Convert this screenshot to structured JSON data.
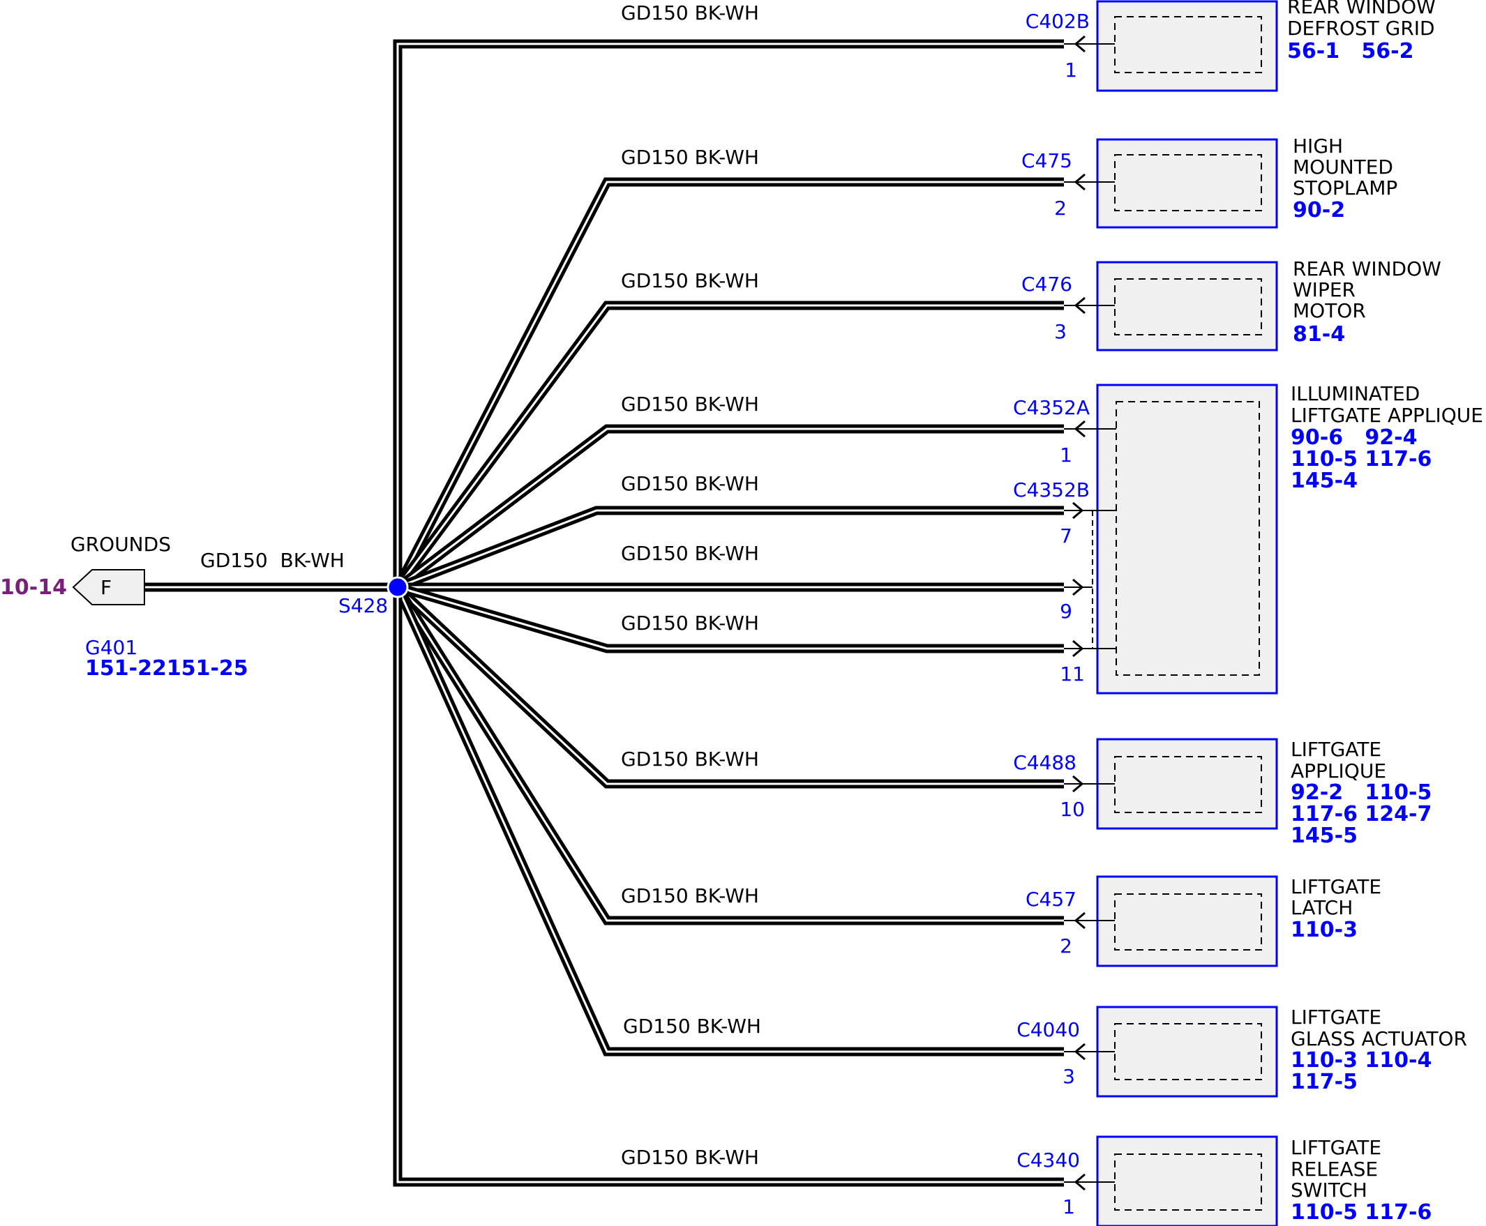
{
  "ground": {
    "title": "GROUNDS",
    "offpage_ref": "10-14",
    "connector": "F",
    "wire_label": "GD150  BK-WH",
    "ground_id": "G401",
    "ground_refs": "151-22151-25"
  },
  "splice": {
    "id": "S428"
  },
  "branches": [
    {
      "wire_label": "GD150  BK-WH",
      "connector": "C402B",
      "pin": "1"
    },
    {
      "wire_label": "GD150  BK-WH",
      "connector": "C475",
      "pin": "2"
    },
    {
      "wire_label": "GD150  BK-WH",
      "connector": "C476",
      "pin": "3"
    },
    {
      "wire_label": "GD150  BK-WH",
      "connector": "C4352A",
      "pin": "1"
    },
    {
      "wire_label": "GD150  BK-WH",
      "connector": "C4352B",
      "pin": "7"
    },
    {
      "wire_label": "GD150  BK-WH",
      "connector": "",
      "pin": "9"
    },
    {
      "wire_label": "GD150  BK-WH",
      "connector": "",
      "pin": "11"
    },
    {
      "wire_label": "GD150  BK-WH",
      "connector": "C4488",
      "pin": "10"
    },
    {
      "wire_label": "GD150  BK-WH",
      "connector": "C457",
      "pin": "2"
    },
    {
      "wire_label": "GD150  BK-WH",
      "connector": "C4040",
      "pin": "3"
    },
    {
      "wire_label": "GD150  BK-WH",
      "connector": "C4340",
      "pin": "1"
    }
  ],
  "components": [
    {
      "name_lines": [
        "REAR WINDOW",
        "DEFROST GRID"
      ],
      "ref_lines": [
        "56-1   56-2"
      ]
    },
    {
      "name_lines": [
        "HIGH",
        "MOUNTED",
        "STOPLAMP"
      ],
      "ref_lines": [
        "90-2"
      ]
    },
    {
      "name_lines": [
        "REAR WINDOW",
        "WIPER",
        "MOTOR"
      ],
      "ref_lines": [
        "81-4"
      ]
    },
    {
      "name_lines": [
        "ILLUMINATED",
        "LIFTGATE APPLIQUE"
      ],
      "ref_lines": [
        "90-6   92-4",
        "110-5 117-6",
        "145-4"
      ]
    },
    {
      "name_lines": [
        "LIFTGATE",
        "APPLIQUE"
      ],
      "ref_lines": [
        "92-2   110-5",
        "117-6 124-7",
        "145-5"
      ]
    },
    {
      "name_lines": [
        "LIFTGATE",
        "LATCH"
      ],
      "ref_lines": [
        "110-3"
      ]
    },
    {
      "name_lines": [
        "LIFTGATE",
        "GLASS ACTUATOR"
      ],
      "ref_lines": [
        "110-3 110-4",
        "117-5"
      ]
    },
    {
      "name_lines": [
        "LIFTGATE",
        "RELEASE",
        "SWITCH"
      ],
      "ref_lines": [
        "110-5 117-6"
      ]
    }
  ],
  "colors": {
    "wire": "#000000",
    "connector_text": "#0000ff",
    "component_border": "#0000ff",
    "component_fill": "#f0f0f0",
    "offpage_ref": "#7a1f7a"
  }
}
